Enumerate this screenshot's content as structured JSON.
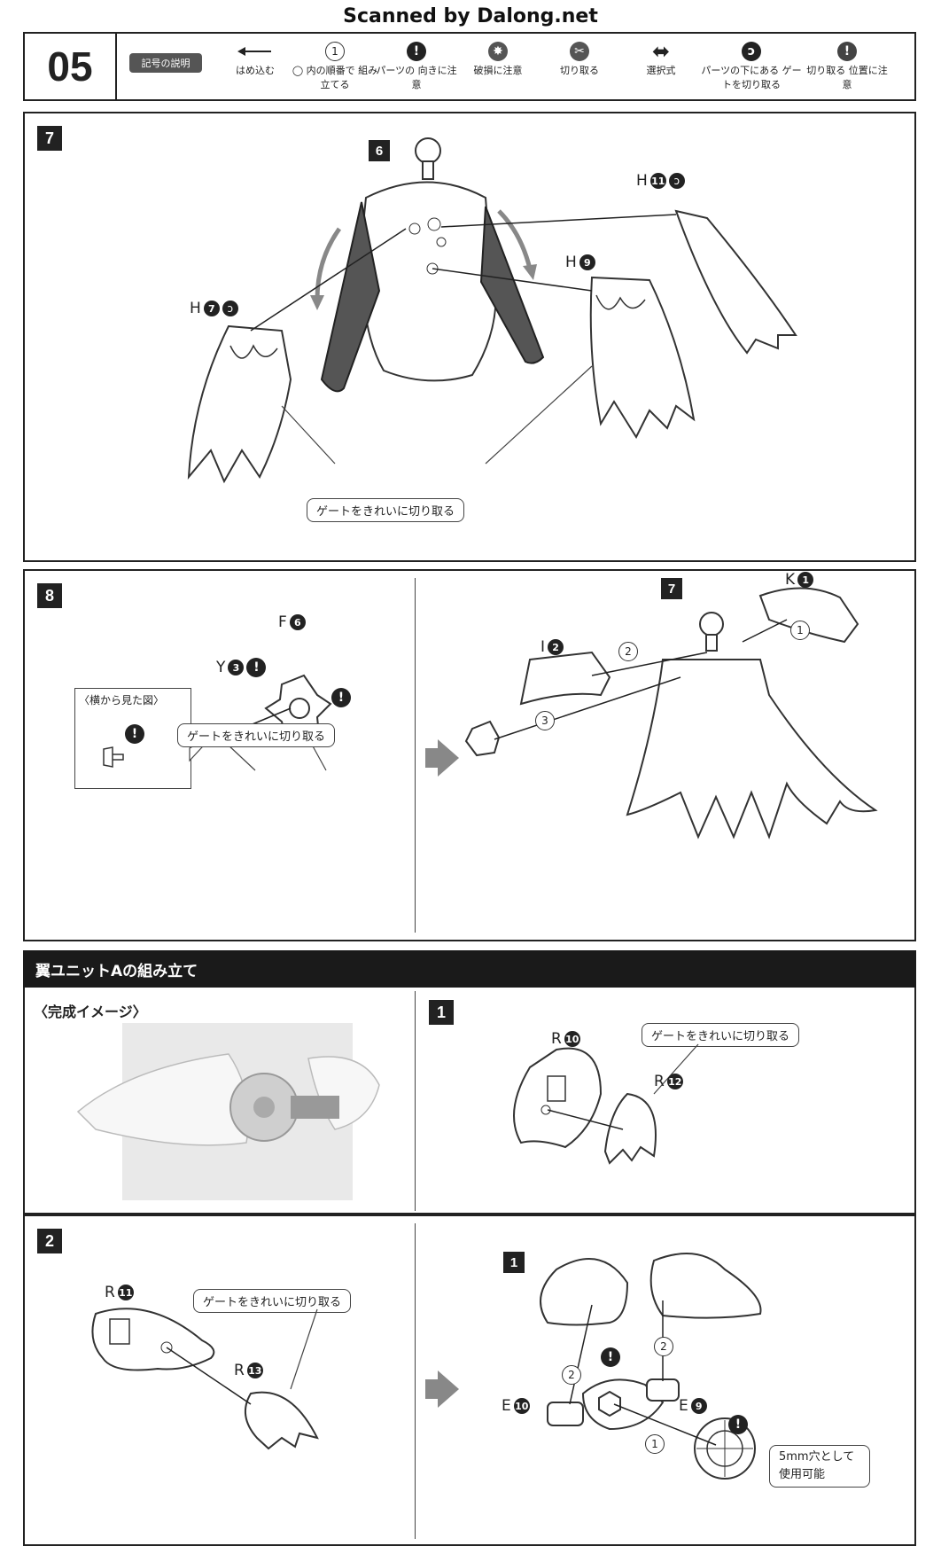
{
  "scan_credit": "Scanned by Dalong.net",
  "page_number": "05",
  "legend": {
    "badge": "記号の説明",
    "items": [
      {
        "icon": "arrow-left-icon",
        "label": "はめ込む"
      },
      {
        "icon": "circled-number-icon",
        "symbol": "1",
        "label": "◯ 内の順番で 組み立てる"
      },
      {
        "icon": "warning-icon",
        "label": "パーツの 向きに注意"
      },
      {
        "icon": "break-icon",
        "label": "破損に注意"
      },
      {
        "icon": "cut-icon",
        "label": "切り取る"
      },
      {
        "icon": "double-arrow-icon",
        "label": "選択式"
      },
      {
        "icon": "gate-cut-icon",
        "label": "パーツの下にある ゲートを切り取る"
      },
      {
        "icon": "cut-position-icon",
        "label": "切り取る 位置に注意"
      }
    ]
  },
  "step7": {
    "step": "7",
    "ref_step": "6",
    "parts": [
      {
        "letter": "H",
        "num": "11"
      },
      {
        "letter": "H",
        "num": "9"
      },
      {
        "letter": "H",
        "num": "7"
      }
    ],
    "callout": "ゲートをきれいに切り取る"
  },
  "step8": {
    "step": "8",
    "side_view_title": "〈横から見た図〉",
    "parts_left": [
      {
        "letter": "F",
        "num": "6"
      },
      {
        "letter": "Y",
        "num": "3"
      }
    ],
    "callout": "ゲートをきれいに切り取る",
    "ref_step": "7",
    "parts_right": [
      {
        "letter": "K",
        "num": "1"
      },
      {
        "letter": "I",
        "num": "2"
      }
    ],
    "order": [
      "1",
      "2",
      "3"
    ]
  },
  "wing_section": {
    "title": "翼ユニットAの組み立て",
    "complete_image_label": "〈完成イメージ〉",
    "step1": {
      "step": "1",
      "parts": [
        {
          "letter": "R",
          "num": "10"
        },
        {
          "letter": "R",
          "num": "12"
        }
      ],
      "callout": "ゲートをきれいに切り取る"
    },
    "step2": {
      "step": "2",
      "parts": [
        {
          "letter": "R",
          "num": "11"
        },
        {
          "letter": "R",
          "num": "13"
        }
      ],
      "callout": "ゲートをきれいに切り取る",
      "ref_step": "1",
      "parts_right": [
        {
          "letter": "E",
          "num": "10"
        },
        {
          "letter": "E",
          "num": "9"
        }
      ],
      "order": [
        "1",
        "2",
        "2"
      ],
      "note": "5mm穴として 使用可能"
    }
  }
}
